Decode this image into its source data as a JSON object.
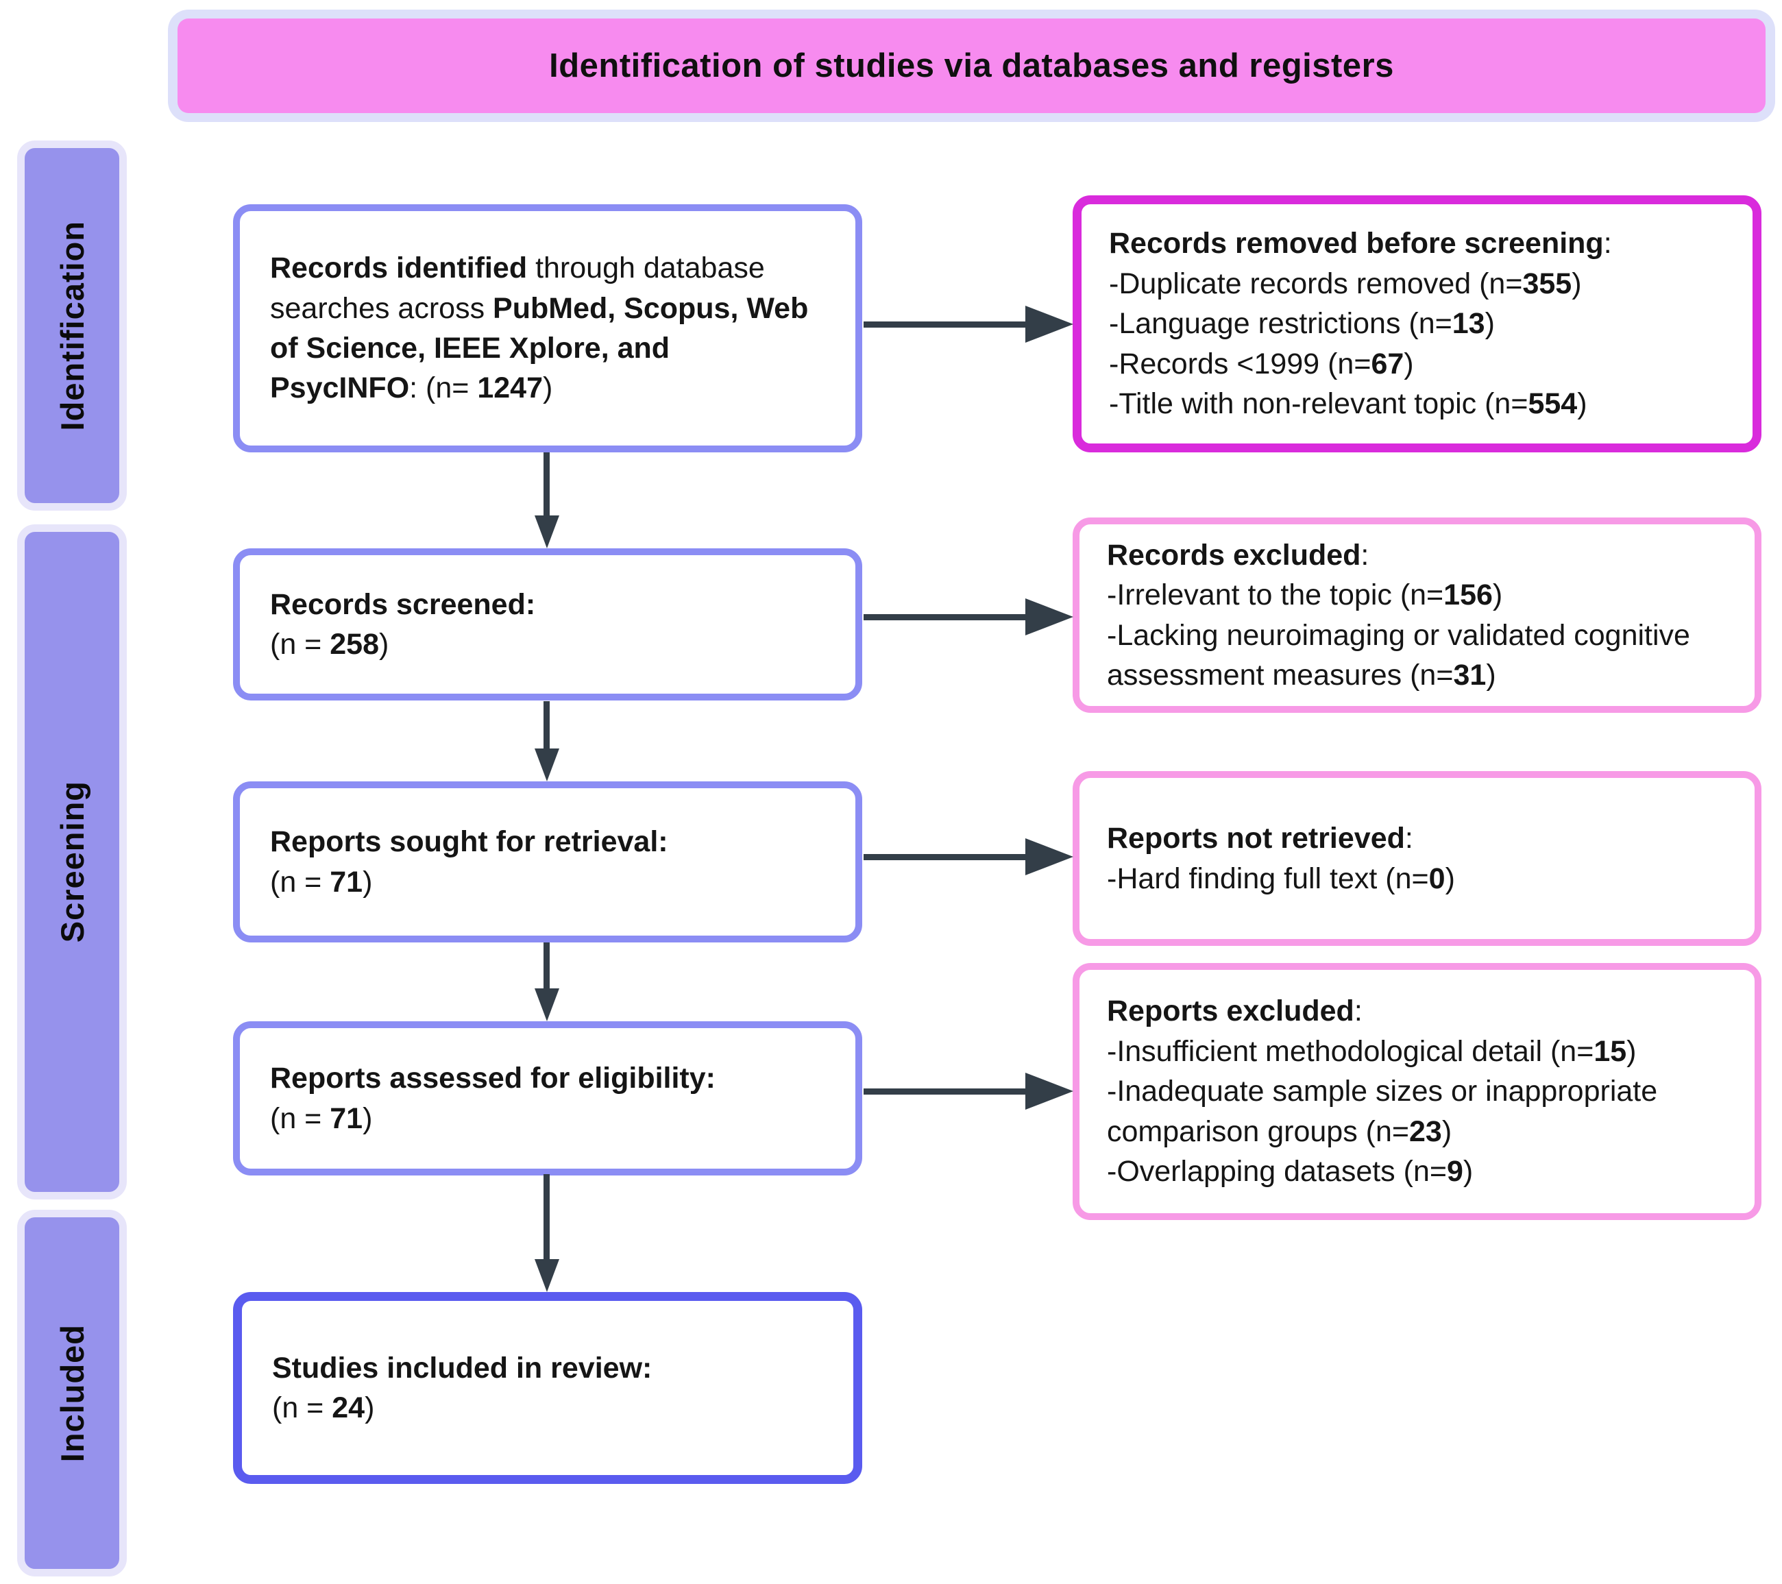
{
  "title": {
    "text": "Identification of studies via databases and registers"
  },
  "sidebar": {
    "stages": [
      {
        "label": "Identification"
      },
      {
        "label": "Screening"
      },
      {
        "label": "Included"
      }
    ]
  },
  "flow": {
    "main_boxes": [
      {
        "name": "records-identified",
        "segments": [
          {
            "text": "Records identified",
            "bold": true
          },
          {
            "text": " through database searches across ",
            "bold": false
          },
          {
            "text": "PubMed, Scopus, Web of Science, IEEE Xplore, and PsycINFO",
            "bold": true
          },
          {
            "text": ": (n= ",
            "bold": false
          },
          {
            "text": "1247",
            "bold": true
          },
          {
            "text": ")",
            "bold": false
          }
        ]
      },
      {
        "name": "records-screened",
        "segments": [
          {
            "text": "Records screened:",
            "bold": true
          },
          {
            "text": "\n(n = ",
            "bold": false
          },
          {
            "text": "258",
            "bold": true
          },
          {
            "text": ")",
            "bold": false
          }
        ]
      },
      {
        "name": "reports-sought",
        "segments": [
          {
            "text": "Reports sought for retrieval:",
            "bold": true
          },
          {
            "text": "\n(n = ",
            "bold": false
          },
          {
            "text": "71",
            "bold": true
          },
          {
            "text": ")",
            "bold": false
          }
        ]
      },
      {
        "name": "reports-assessed",
        "segments": [
          {
            "text": "Reports assessed for eligibility:",
            "bold": true
          },
          {
            "text": "\n(n = ",
            "bold": false
          },
          {
            "text": "71",
            "bold": true
          },
          {
            "text": ")",
            "bold": false
          }
        ]
      },
      {
        "name": "studies-included",
        "segments": [
          {
            "text": "Studies included in review:",
            "bold": true
          },
          {
            "text": "\n(n = ",
            "bold": false
          },
          {
            "text": "24",
            "bold": true
          },
          {
            "text": ")",
            "bold": false
          }
        ]
      }
    ],
    "side_boxes": [
      {
        "name": "records-removed-before-screening",
        "segments": [
          {
            "text": "Records removed before screening",
            "bold": true
          },
          {
            "text": ":\n-Duplicate records removed (n=",
            "bold": false
          },
          {
            "text": "355",
            "bold": true
          },
          {
            "text": ")\n-Language restrictions (n=",
            "bold": false
          },
          {
            "text": "13",
            "bold": true
          },
          {
            "text": ")\n-Records <1999 (n=",
            "bold": false
          },
          {
            "text": "67",
            "bold": true
          },
          {
            "text": ")\n-Title with non-relevant topic (n=",
            "bold": false
          },
          {
            "text": "554",
            "bold": true
          },
          {
            "text": ")",
            "bold": false
          }
        ]
      },
      {
        "name": "records-excluded",
        "segments": [
          {
            "text": "Records excluded",
            "bold": true
          },
          {
            "text": ":\n-Irrelevant to the topic (n=",
            "bold": false
          },
          {
            "text": "156",
            "bold": true
          },
          {
            "text": ")\n-Lacking neuroimaging or validated cognitive assessment measures (n=",
            "bold": false
          },
          {
            "text": "31",
            "bold": true
          },
          {
            "text": ")",
            "bold": false
          }
        ]
      },
      {
        "name": "reports-not-retrieved",
        "segments": [
          {
            "text": "Reports not retrieved",
            "bold": true
          },
          {
            "text": ":\n-Hard finding full text (n=",
            "bold": false
          },
          {
            "text": "0",
            "bold": true
          },
          {
            "text": ")",
            "bold": false
          }
        ]
      },
      {
        "name": "reports-excluded",
        "segments": [
          {
            "text": "Reports excluded",
            "bold": true
          },
          {
            "text": ":\n-Insufficient methodological detail (n=",
            "bold": false
          },
          {
            "text": "15",
            "bold": true
          },
          {
            "text": ")\n-Inadequate sample sizes or inappropriate comparison groups (n=",
            "bold": false
          },
          {
            "text": "23",
            "bold": true
          },
          {
            "text": ")\n-Overlapping datasets (n=",
            "bold": false
          },
          {
            "text": "9",
            "bold": true
          },
          {
            "text": ")",
            "bold": false
          }
        ]
      }
    ]
  },
  "colors": {
    "title_fill": "#f78bef",
    "title_frame": "#dde0fa",
    "sidebar_fill": "#9692ec",
    "sidebar_frame": "#e7e5fa",
    "main_border": "#8b8df4",
    "final_border": "#5a5bef",
    "side_border_strong": "#d92bdc",
    "side_border_light": "#f79ae6",
    "arrow": "#333e48"
  }
}
